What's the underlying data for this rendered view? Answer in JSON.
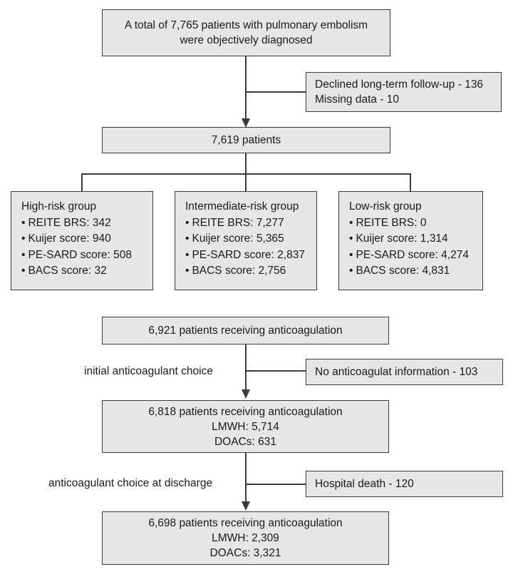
{
  "top": {
    "line1": "A total of 7,765 patients with pulmonary embolism",
    "line2": "were objectively diagnosed"
  },
  "exclusion1": {
    "line1": "Declined long-term follow-up - 136",
    "line2": "Missing data - 10"
  },
  "total": "7,619 patients",
  "groups": [
    {
      "title": "High-risk group",
      "items": [
        "REITE BRS: 342",
        "Kuijer score: 940",
        "PE-SARD score: 508",
        "BACS score: 32"
      ]
    },
    {
      "title": "Intermediate-risk group",
      "items": [
        "REITE BRS: 7,277",
        "Kuijer score: 5,365",
        "PE-SARD score: 2,837",
        "BACS score: 2,756"
      ]
    },
    {
      "title": "Low-risk group",
      "items": [
        "REITE BRS: 0",
        "Kuijer score: 1,314",
        "PE-SARD score: 4,274",
        "BACS score: 4,831"
      ]
    }
  ],
  "anticoag": {
    "start": "6,921 patients receiving anticoagulation",
    "label_initial": "initial anticoagulant choice",
    "excl_info": "No anticoagulat information - 103",
    "mid": {
      "line1": "6,818 patients receiving anticoagulation",
      "line2": "LMWH: 5,714",
      "line3": "DOACs: 631"
    },
    "label_discharge": "anticoagulant choice at discharge",
    "excl_death": "Hospital death - 120",
    "end": {
      "line1": "6,698 patients receiving anticoagulation",
      "line2": "LMWH: 2,309",
      "line3": "DOACs: 3,321"
    }
  }
}
